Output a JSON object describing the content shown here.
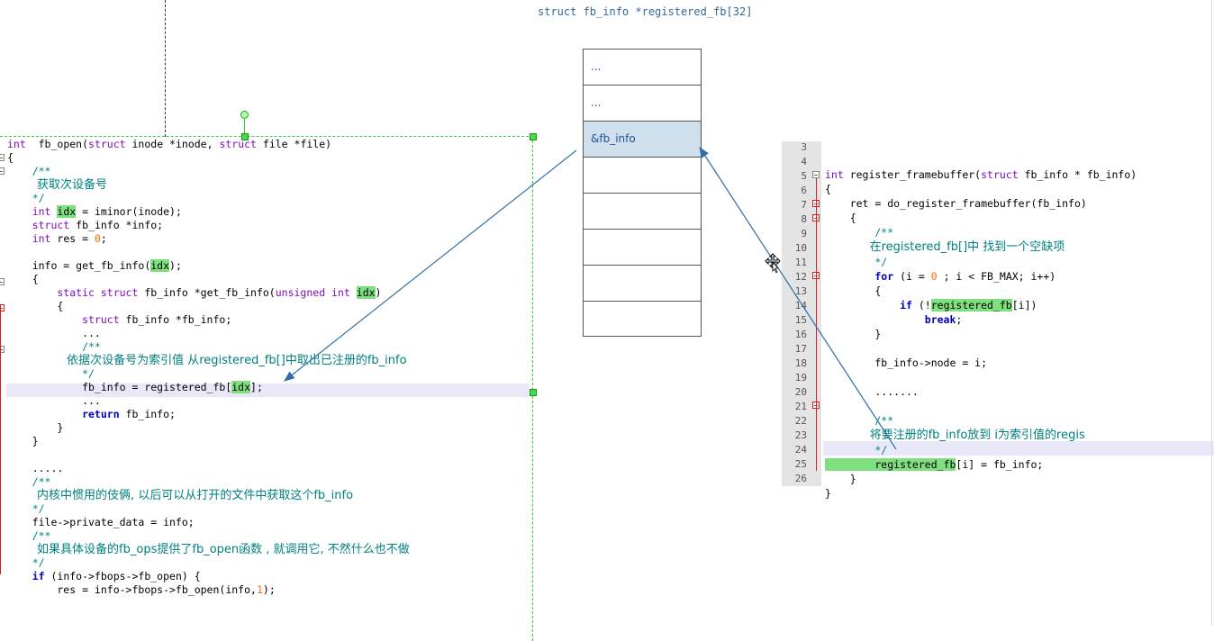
{
  "array": {
    "title": "struct fb_info *registered_fb[32]",
    "cells": [
      "...",
      "...",
      "&fb_info",
      "",
      "",
      "",
      "",
      "",
      ""
    ]
  },
  "left_code": {
    "lines": [
      {
        "segs": [
          [
            "kw",
            "int"
          ],
          [
            "",
            "  fb_open("
          ],
          [
            "kw",
            "struct"
          ],
          [
            "",
            " inode *inode, "
          ],
          [
            "kw",
            "struct"
          ],
          [
            "",
            " file *file)"
          ]
        ]
      },
      {
        "segs": [
          [
            "",
            "{"
          ]
        ]
      },
      {
        "segs": [
          [
            "cmt",
            "    /**"
          ]
        ]
      },
      {
        "segs": [
          [
            "cmtcn",
            "        获取次设备号"
          ]
        ]
      },
      {
        "segs": [
          [
            "cmt",
            "    */"
          ]
        ]
      },
      {
        "segs": [
          [
            "kw",
            "    int"
          ],
          [
            "",
            " "
          ],
          [
            "hl",
            "idx"
          ],
          [
            "",
            " = iminor(inode);"
          ]
        ]
      },
      {
        "segs": [
          [
            "kw",
            "    struct"
          ],
          [
            "",
            " fb_info *info;"
          ]
        ]
      },
      {
        "segs": [
          [
            "kw",
            "    int"
          ],
          [
            "",
            " res = "
          ],
          [
            "num",
            "0"
          ],
          [
            "",
            ";"
          ]
        ]
      },
      {
        "segs": [
          [
            "",
            ""
          ]
        ]
      },
      {
        "segs": [
          [
            "",
            "    info = get_fb_info("
          ],
          [
            "hl",
            "idx"
          ],
          [
            "",
            ");"
          ]
        ]
      },
      {
        "segs": [
          [
            "",
            "    {"
          ]
        ]
      },
      {
        "segs": [
          [
            "kw",
            "        static struct"
          ],
          [
            "",
            " fb_info *get_fb_info("
          ],
          [
            "kw",
            "unsigned int"
          ],
          [
            "",
            " "
          ],
          [
            "hl",
            "idx"
          ],
          [
            "",
            ")"
          ]
        ]
      },
      {
        "segs": [
          [
            "",
            "        {"
          ]
        ]
      },
      {
        "segs": [
          [
            "kw",
            "            struct"
          ],
          [
            "",
            " fb_info *fb_info;"
          ]
        ]
      },
      {
        "segs": [
          [
            "",
            "            ..."
          ]
        ]
      },
      {
        "segs": [
          [
            "cmt",
            "            /**"
          ]
        ]
      },
      {
        "segs": [
          [
            "cmtcn",
            "                依据次设备号为索引值 从registered_fb[]中取出已注册的fb_info"
          ]
        ]
      },
      {
        "segs": [
          [
            "cmt",
            "            */"
          ]
        ]
      },
      {
        "segs": [
          [
            "",
            "            fb_info = registered_fb["
          ],
          [
            "hl",
            "idx"
          ],
          [
            "",
            "];"
          ]
        ]
      },
      {
        "segs": [
          [
            "",
            "            ..."
          ]
        ]
      },
      {
        "segs": [
          [
            "kwb",
            "            return"
          ],
          [
            "",
            " fb_info;"
          ]
        ]
      },
      {
        "segs": [
          [
            "",
            "        }"
          ]
        ]
      },
      {
        "segs": [
          [
            "",
            "    }"
          ]
        ]
      },
      {
        "segs": [
          [
            "",
            ""
          ]
        ]
      },
      {
        "segs": [
          [
            "",
            "    ....."
          ]
        ]
      },
      {
        "segs": [
          [
            "cmt",
            "    /**"
          ]
        ]
      },
      {
        "segs": [
          [
            "cmtcn",
            "        内核中惯用的伎俩, 以后可以从打开的文件中获取这个fb_info"
          ]
        ]
      },
      {
        "segs": [
          [
            "cmt",
            "    */"
          ]
        ]
      },
      {
        "segs": [
          [
            "",
            "    file->private_data = info;"
          ]
        ]
      },
      {
        "segs": [
          [
            "cmt",
            "    /**"
          ]
        ]
      },
      {
        "segs": [
          [
            "cmtcn",
            "        如果具体设备的fb_ops提供了fb_open函数 , 就调用它, 不然什么也不做"
          ]
        ]
      },
      {
        "segs": [
          [
            "cmt",
            "    */"
          ]
        ]
      },
      {
        "segs": [
          [
            "kwb",
            "    if"
          ],
          [
            "",
            " (info->fbops->fb_open) {"
          ]
        ]
      },
      {
        "segs": [
          [
            "",
            "        res = info->fbops->fb_open(info,"
          ],
          [
            "num",
            "1"
          ],
          [
            "",
            ");"
          ]
        ]
      }
    ]
  },
  "right_code": {
    "line_numbers": [
      "3",
      "4",
      "5",
      "6",
      "7",
      "8",
      "9",
      "10",
      "11",
      "12",
      "13",
      "14",
      "15",
      "16",
      "17",
      "18",
      "19",
      "20",
      "21",
      "22",
      "23",
      "24",
      "25",
      "26"
    ],
    "lines": [
      {
        "segs": [
          [
            "",
            ""
          ]
        ]
      },
      {
        "segs": [
          [
            "kw",
            "int"
          ],
          [
            "",
            " register_framebuffer("
          ],
          [
            "kw",
            "struct"
          ],
          [
            "",
            " fb_info * fb_info)"
          ]
        ]
      },
      {
        "segs": [
          [
            "",
            "{"
          ]
        ]
      },
      {
        "segs": [
          [
            "",
            "    ret = do_register_framebuffer(fb_info)"
          ]
        ]
      },
      {
        "segs": [
          [
            "",
            "    {"
          ]
        ]
      },
      {
        "segs": [
          [
            "cmt",
            "        /**"
          ]
        ]
      },
      {
        "segs": [
          [
            "cmtcn",
            "            在registered_fb[]中 找到一个空缺项"
          ]
        ]
      },
      {
        "segs": [
          [
            "cmt",
            "        */"
          ]
        ]
      },
      {
        "segs": [
          [
            "kwb",
            "        for"
          ],
          [
            "",
            " (i = "
          ],
          [
            "num",
            "0"
          ],
          [
            "",
            " ; i < FB_MAX; i++)"
          ]
        ]
      },
      {
        "segs": [
          [
            "",
            "        {"
          ]
        ]
      },
      {
        "segs": [
          [
            "kwb",
            "            if"
          ],
          [
            "",
            " (!"
          ],
          [
            "hl",
            "registered_fb"
          ],
          [
            "",
            "[i])"
          ]
        ]
      },
      {
        "segs": [
          [
            "kwb",
            "                break"
          ],
          [
            "",
            ";"
          ]
        ]
      },
      {
        "segs": [
          [
            "",
            "        }"
          ]
        ]
      },
      {
        "segs": [
          [
            "",
            ""
          ]
        ]
      },
      {
        "segs": [
          [
            "",
            "        fb_info->node = i;"
          ]
        ]
      },
      {
        "segs": [
          [
            "",
            ""
          ]
        ]
      },
      {
        "segs": [
          [
            "",
            "        ......."
          ]
        ]
      },
      {
        "segs": [
          [
            "",
            ""
          ]
        ]
      },
      {
        "segs": [
          [
            "cmt",
            "        /**"
          ]
        ]
      },
      {
        "segs": [
          [
            "cmtcn",
            "            将要注册的fb_info放到 i为索引值的regis"
          ]
        ]
      },
      {
        "segs": [
          [
            "cmt",
            "        */"
          ]
        ]
      },
      {
        "segs": [
          [
            "hl",
            "        registered_fb"
          ],
          [
            "",
            "[i] = fb_info;"
          ]
        ]
      },
      {
        "segs": [
          [
            "",
            "    }"
          ]
        ]
      },
      {
        "segs": [
          [
            "",
            "}"
          ]
        ]
      }
    ]
  }
}
